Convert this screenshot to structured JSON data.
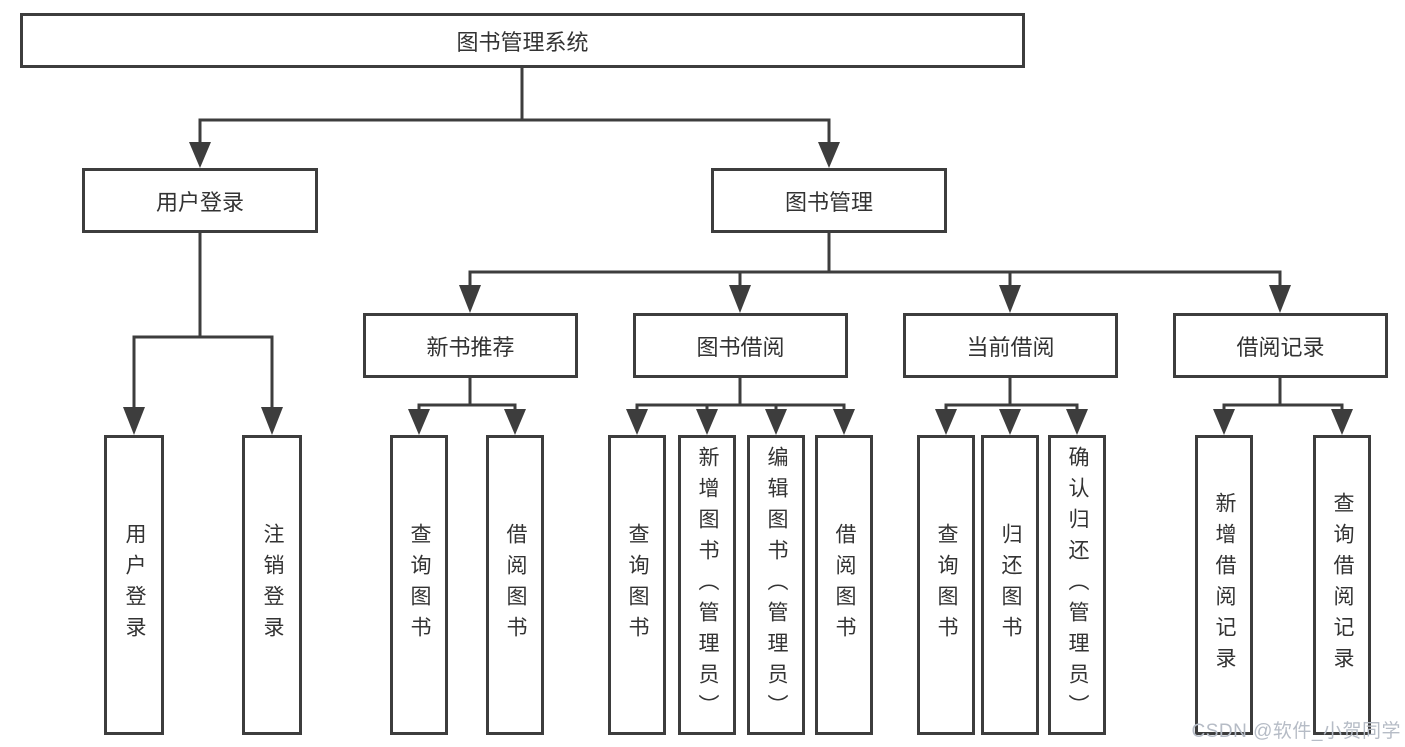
{
  "diagram": {
    "root": {
      "label": "图书管理系统"
    },
    "branches": [
      {
        "label": "用户登录",
        "children": [
          {
            "label": "用户登录"
          },
          {
            "label": "注销登录"
          }
        ]
      },
      {
        "label": "图书管理",
        "children": [
          {
            "label": "新书推荐",
            "children": [
              {
                "label": "查询图书"
              },
              {
                "label": "借阅图书"
              }
            ]
          },
          {
            "label": "图书借阅",
            "children": [
              {
                "label": "查询图书"
              },
              {
                "label": "新增图书（管理员）"
              },
              {
                "label": "编辑图书（管理员）"
              },
              {
                "label": "借阅图书"
              }
            ]
          },
          {
            "label": "当前借阅",
            "children": [
              {
                "label": "查询图书"
              },
              {
                "label": "归还图书"
              },
              {
                "label": "确认归还（管理员）"
              }
            ]
          },
          {
            "label": "借阅记录",
            "children": [
              {
                "label": "新增借阅记录"
              },
              {
                "label": "查询借阅记录"
              }
            ]
          }
        ]
      }
    ]
  },
  "watermark": {
    "text": "CSDN @软件_小贺同学"
  },
  "colors": {
    "line": "#3d3d3d",
    "text": "#333333",
    "box_fill": "#ffffff",
    "watermark_text": "#b6bcc6"
  }
}
